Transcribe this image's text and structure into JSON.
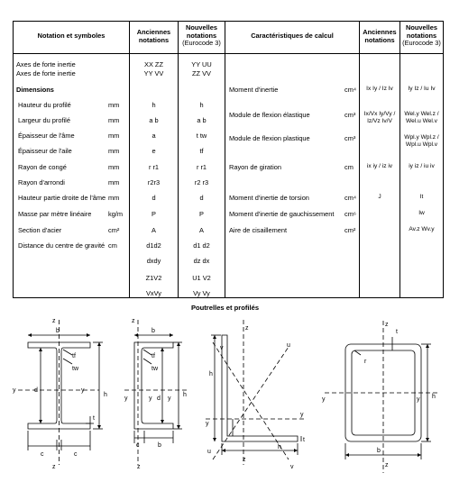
{
  "header": {
    "col1": "Notation et symboles",
    "col2_l1": "Anciennes",
    "col2_l2": "notations",
    "col3_l1": "Nouvelles",
    "col3_l2": "notations",
    "col3_l3": "(Eurocode 3)",
    "col4": "Caractéristiques de calcul",
    "col5_l1": "Anciennes",
    "col5_l2": "notations",
    "col6_l1": "Nouvelles",
    "col6_l2": "notations",
    "col6_l3": "(Eurocode 3)"
  },
  "left_rows": [
    {
      "label": "Axes de forte inertie",
      "unit": "",
      "old": "XX ZZ",
      "new": "YY UU"
    },
    {
      "label": "Axes de forte inertie",
      "unit": "",
      "old": "YY VV",
      "new": "ZZ VV"
    },
    {
      "label": "Dimensions",
      "unit": "",
      "old": "",
      "new": ""
    },
    {
      "label": "Hauteur du profilé",
      "unit": "mm",
      "old": "h",
      "new": "h"
    },
    {
      "label": "Largeur du profilé",
      "unit": "mm",
      "old": "a b",
      "new": "a b"
    },
    {
      "label": "Épaisseur de l'âme",
      "unit": "mm",
      "old": "a",
      "new": "t  tw"
    },
    {
      "label": "Épaisseur de l'aile",
      "unit": "mm",
      "old": "e",
      "new": "tf"
    },
    {
      "label": "Rayon de congé",
      "unit": "mm",
      "old": "r  r1",
      "new": "r  r1"
    },
    {
      "label": "Rayon d'arrondi",
      "unit": "mm",
      "old": "r2r3",
      "new": "r2 r3"
    },
    {
      "label": "Hauteur partie droite de l'âme",
      "unit": "mm",
      "old": "d",
      "new": "d"
    },
    {
      "label": "Masse par mètre linéaire",
      "unit": "kg/m",
      "old": "P",
      "new": "P"
    },
    {
      "label": "Section d'acier",
      "unit": "cm²",
      "old": "A",
      "new": "A"
    },
    {
      "label": "Distance du centre de gravité",
      "unit": "cm",
      "old": "d1d2",
      "new": "d1 d2"
    },
    {
      "label": "",
      "unit": "",
      "old": "dxdy",
      "new": "dz dx"
    },
    {
      "label": "",
      "unit": "",
      "old": "Z1V2",
      "new": "U1 V2"
    },
    {
      "label": "",
      "unit": "",
      "old": "VxVy",
      "new": "Vy Vy"
    }
  ],
  "right_rows": [
    {
      "label": "Moment d'inertie",
      "unit": "cm⁴",
      "old": "Ix Iy / Iz Iv",
      "new": "Iy Iz / Iu Iv"
    },
    {
      "label": "Module de flexion élastique",
      "unit": "cm³",
      "old": "Ix/Vx Iy/Vy / Iz/Vz Iv/V",
      "new": "Wel.y Wel.z / Wel.u Wel.v"
    },
    {
      "label": "Module de flexion plastique",
      "unit": "cm³",
      "old": "",
      "new": "Wpl.y Wpl.z / Wpl.u Wpl.v"
    },
    {
      "label": "Rayon de giration",
      "unit": "cm",
      "old": "ix iy / iz iv",
      "new": "iy iz / iu iv"
    },
    {
      "label": "Moment d'inertie de torsion",
      "unit": "cm⁴",
      "old": "J",
      "new": "It"
    },
    {
      "label": "Moment d'inertie de gauchissement",
      "unit": "cm⁶",
      "old": "",
      "new": "Iw"
    },
    {
      "label": "Aire de cisaillement",
      "unit": "cm²",
      "old": "",
      "new": "Av.z Wv.y"
    }
  ],
  "section_title": "Poutrelles et profilés",
  "diagram_labels": {
    "z": "z",
    "y": "y",
    "b": "b",
    "h": "h",
    "d": "d",
    "c": "c",
    "tf": "tf",
    "tw": "tw",
    "t": "t",
    "r": "r",
    "u": "u",
    "v": "v"
  }
}
